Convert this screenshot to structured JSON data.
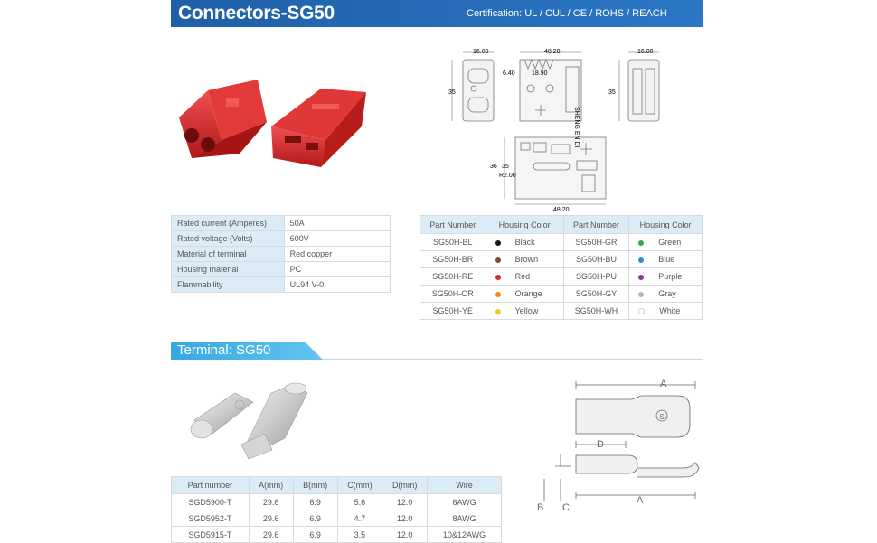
{
  "header": {
    "title": "Connectors-SG50",
    "certification": "Certification:  UL / CUL / CE / ROHS / REACH"
  },
  "dimensions": {
    "top_left_width": "16.00",
    "top_mid_width": "48.20",
    "offset": "6.40",
    "inner": "18.90",
    "height": "35",
    "height_right": "35",
    "top_right_width": "16.00",
    "bottom_h1": "36",
    "bottom_h2": "35",
    "radius": "R2.00",
    "bottom_width": "48.20",
    "brand": "SHENG EN DI"
  },
  "specs": [
    {
      "label": "Rated current (Amperes)",
      "value": "50A"
    },
    {
      "label": "Rated voltage (Volts)",
      "value": "600V"
    },
    {
      "label": "Material of terminal",
      "value": "Red copper"
    },
    {
      "label": "Housing material",
      "value": "PC"
    },
    {
      "label": "Flammability",
      "value": "UL94 V-0"
    }
  ],
  "parts_table": {
    "headers": [
      "Part Number",
      "Housing Color",
      "Part Number",
      "Housing Color"
    ],
    "rows": [
      {
        "p1": "SG50H-BL",
        "c1": "Black",
        "d1": "#111111",
        "p2": "SG50H-GR",
        "c2": "Green",
        "d2": "#3aa84a"
      },
      {
        "p1": "SG50H-BR",
        "c1": "Brown",
        "d1": "#8a4a2a",
        "p2": "SG50H-BU",
        "c2": "Blue",
        "d2": "#2a8fd0"
      },
      {
        "p1": "SG50H-RE",
        "c1": "Red",
        "d1": "#d92a2a",
        "p2": "SG50H-PU",
        "c2": "Purple",
        "d2": "#8b3aa0"
      },
      {
        "p1": "SG50H-OR",
        "c1": "Orange",
        "d1": "#f08a1a",
        "p2": "SG50H-GY",
        "c2": "Gray",
        "d2": "#b5b5b5"
      },
      {
        "p1": "SG50H-YE",
        "c1": "Yellow",
        "d1": "#f2c81a",
        "p2": "SG50H-WH",
        "c2": "White",
        "d2": "#ffffff"
      }
    ]
  },
  "terminal": {
    "title": "Terminal: SG50",
    "headers": [
      "Part number",
      "A(mm)",
      "B(mm)",
      "C(mm)",
      "D(mm)",
      "Wire"
    ],
    "rows": [
      [
        "SGD5900-T",
        "29.6",
        "6.9",
        "5.6",
        "12.0",
        "6AWG"
      ],
      [
        "SGD5952-T",
        "29.6",
        "6.9",
        "4.7",
        "12.0",
        "8AWG"
      ],
      [
        "SGD5915-T",
        "29.6",
        "6.9",
        "3.5",
        "12.0",
        "10&12AWG"
      ]
    ],
    "dim_a": "A",
    "dim_d": "D",
    "dim_a2": "A",
    "dim_b": "B",
    "dim_c": "C",
    "logo_letter": "S"
  }
}
